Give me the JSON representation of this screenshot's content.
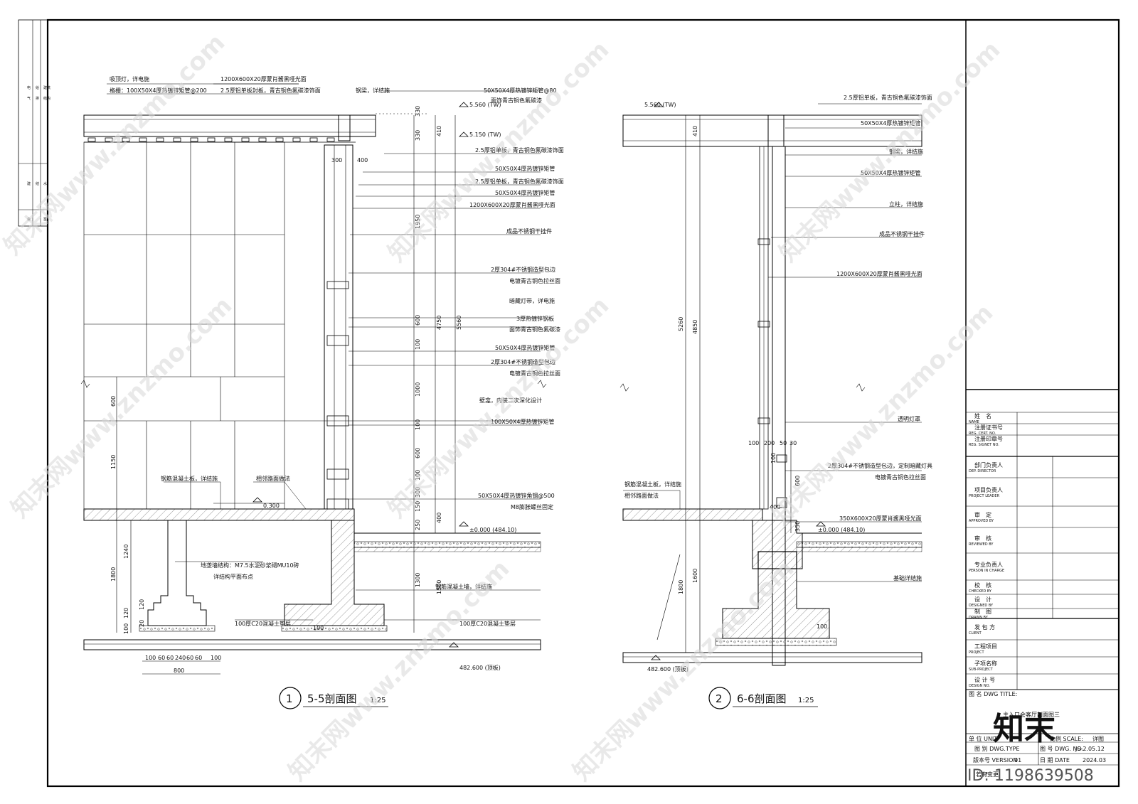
{
  "sidebar_stamp": {
    "row1": [
      "电",
      "气",
      "给",
      "排",
      "水"
    ],
    "row2": [
      "建",
      "筑",
      "结",
      "构"
    ],
    "row3": [
      "会",
      "签"
    ],
    "row4": [
      "建筑",
      "结构"
    ]
  },
  "section_55": {
    "title": "5-5剖面图",
    "scale": "1:25",
    "badge": "1",
    "levels": {
      "top_tw": "5.560 (TW)",
      "mid_tw": "5.150 (TW)",
      "floor": "±0.000 (484.10)",
      "step": "0.300",
      "bottom": "482.600 (顶板)"
    },
    "top_notes": [
      "吸顶灯，详电施",
      "格栅：100X50X4厚热镀锌矩管@200",
      "1200X600X20厚蒙肖酱黑哑光面",
      "2.5厚铝单板封板，青古铜色氟碳漆饰面",
      "钢梁，详结施"
    ],
    "right_notes": [
      "50X50X4厚热镀锌矩管@80",
      "面饰青古铜色氟碳漆",
      "2.5厚铝单板，青古铜色氟碳漆饰面",
      "50X50X4厚热镀锌矩管",
      "2.5厚铝单板，青古铜色氟碳漆饰面",
      "50X50X4厚热镀锌矩管",
      "1200X600X20厚蒙肖酱黑哑光面",
      "成品不锈钢干挂件",
      "2厚304#不锈钢造型包边",
      "电镀青古铜色拉丝面",
      "暗藏灯带，详电施",
      "3厚热镀锌钢板",
      "面饰青古铜色氟碳漆",
      "50X50X4厚热镀锌矩管",
      "2厚304#不锈钢造型包边",
      "电镀青古铜色拉丝面",
      "壁龛，内装二次深化设计",
      "100X50X4厚热镀锌矩管",
      "50X50X4厚热镀锌角钢@500",
      "M8膨胀螺丝固定"
    ],
    "left_notes": [
      "钢筋混凝土板，详结施",
      "相邻路面做法",
      "地垄墙结构：M7.5水泥砂浆砌MU10砖",
      "详结构平面布点",
      "100厚C20混凝土垫层",
      "钢筋混凝土墙，详结施",
      "100厚C20混凝土垫层"
    ],
    "dims_vertical": [
      "330",
      "410",
      "1950",
      "600",
      "100",
      "1000",
      "100",
      "600",
      "100",
      "300",
      "150",
      "250",
      "400",
      "4750",
      "5560",
      "1300",
      "1500",
      "600",
      "1150",
      "1240",
      "1800",
      "120",
      "120",
      "100",
      "20"
    ],
    "dims_horizontal": [
      "300",
      "400",
      "100",
      "100",
      "60",
      "60",
      "240",
      "60",
      "60",
      "100",
      "800"
    ]
  },
  "section_66": {
    "title": "6-6剖面图",
    "scale": "1:25",
    "badge": "2",
    "levels": {
      "top_tw": "5.560 (TW)",
      "floor": "±0.000 (484.10)",
      "bottom": "482.600 (顶板)"
    },
    "right_notes": [
      "2.5厚铝单板，青古铜色氟碳漆饰面",
      "50X50X4厚热镀锌矩管",
      "钢梁，详结施",
      "50X50X4厚热镀锌矩管",
      "立柱，详结施",
      "成品不锈钢干挂件",
      "1200X600X20厚蒙肖酱黑哑光面",
      "透明灯罩",
      "2厚304#不锈钢造型包边，定制暗藏灯具",
      "电镀青古铜色拉丝面",
      "350X600X20厚蒙肖酱黑哑光面",
      "基础详结施"
    ],
    "left_notes": [
      "钢筋混凝土板，详结施",
      "相邻路面做法"
    ],
    "dims_vertical": [
      "410",
      "5260",
      "4850",
      "100",
      "600",
      "350",
      "1800",
      "1600"
    ],
    "dims_horizontal": [
      "100",
      "200",
      "50",
      "30",
      "400",
      "100"
    ]
  },
  "title_block": {
    "fields": [
      {
        "cn": "姓　名",
        "en": "NAME"
      },
      {
        "cn": "注册证书号",
        "en": "REG. CERT. NO."
      },
      {
        "cn": "注册印章号",
        "en": "REG. SIGNET NO."
      },
      {
        "cn": "部门负责人",
        "en": "DEP. DIRECTOR"
      },
      {
        "cn": "项目负责人",
        "en": "PROJECT LEADER"
      },
      {
        "cn": "审　定",
        "en": "APPROVED BY"
      },
      {
        "cn": "审　核",
        "en": "REVIEWED BY"
      },
      {
        "cn": "专业负责人",
        "en": "PERSON IN CHARGE"
      },
      {
        "cn": "校　核",
        "en": "CHECKED BY"
      },
      {
        "cn": "设　计",
        "en": "DESIGNED BY"
      },
      {
        "cn": "制　图",
        "en": "DRAWN BY"
      },
      {
        "cn": "发 包 方",
        "en": "CLIENT"
      },
      {
        "cn": "工程项目",
        "en": "PROJECT"
      },
      {
        "cn": "子项名称",
        "en": "SUB-PROJECT"
      },
      {
        "cn": "设 计 号",
        "en": "DESIGN NO."
      }
    ],
    "dwg_title_label": "图 名 DWG TITLE:",
    "dwg_title": "主入口会客厅剖面图三",
    "unit_label": "单 位 UNIT",
    "scale_label": "比例 SCALE:",
    "scale_value": "详图",
    "type_label": "图 别 DWG.TYPE",
    "no_label": "图 号 DWG. NO.",
    "no_value": "JS-2.05.12",
    "version_label": "版本号 VERSION",
    "version_value": "01",
    "date_label": "日 期 DATE",
    "date_value": "2024.03",
    "remark": "若有变更"
  },
  "watermark": {
    "text": "知末网www.znzmo.com",
    "logo": "知末",
    "id": "ID: 1198639508"
  }
}
